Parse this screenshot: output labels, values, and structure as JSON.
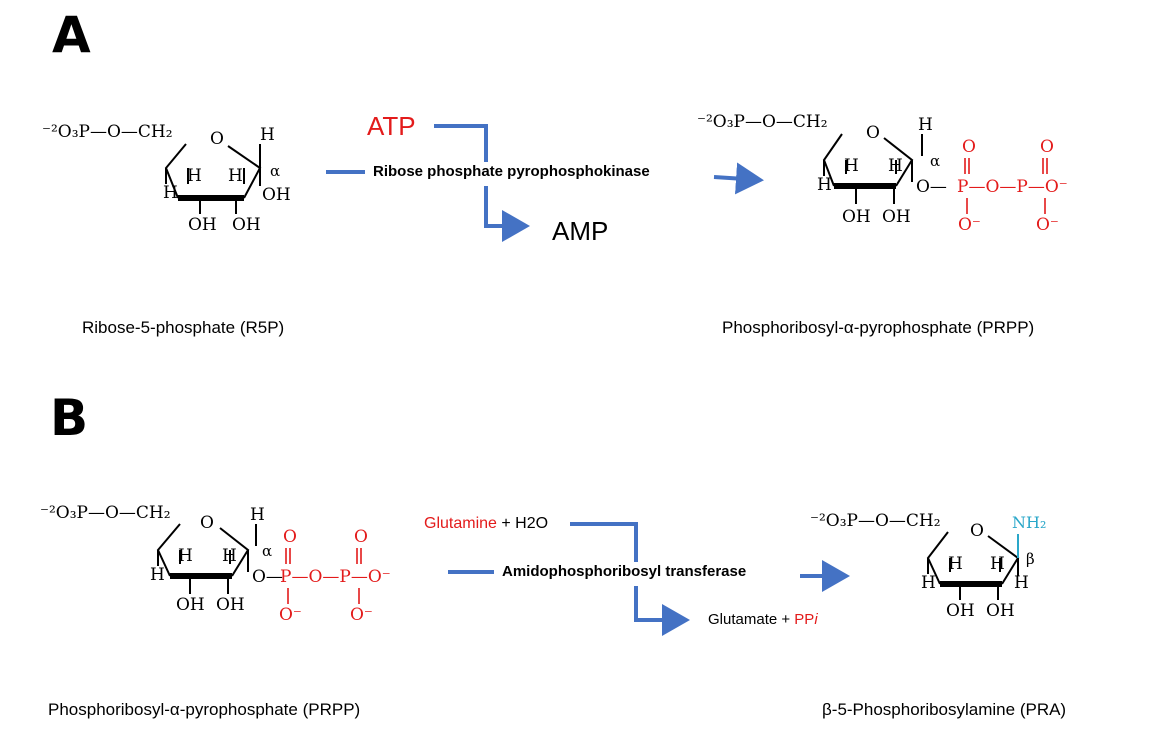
{
  "panel_a": {
    "letter": "A",
    "substrate_caption": "Ribose-5-phosphate (R5P)",
    "product_caption": "Phosphoribosyl-α-pyrophosphate (PRPP)",
    "cofactor_in": "ATP",
    "cofactor_out": "AMP",
    "enzyme": "Ribose phosphate pyrophosphokinase"
  },
  "panel_b": {
    "letter": "B",
    "substrate_caption": "Phosphoribosyl-α-pyrophosphate (PRPP)",
    "product_caption": "β-5-Phosphoribosylamine (PRA)",
    "input_red": "Glutamine",
    "input_rest": " + H2O",
    "output_black": "Glutamate + ",
    "output_red": "PP",
    "output_red_italic": "i",
    "enzyme": "Amidophosphoribosyl transferase"
  },
  "colors": {
    "arrow": "#4472c4",
    "highlight_red": "#e31b1b",
    "amine_cyan": "#2aa7c9",
    "structure": "#000000"
  }
}
